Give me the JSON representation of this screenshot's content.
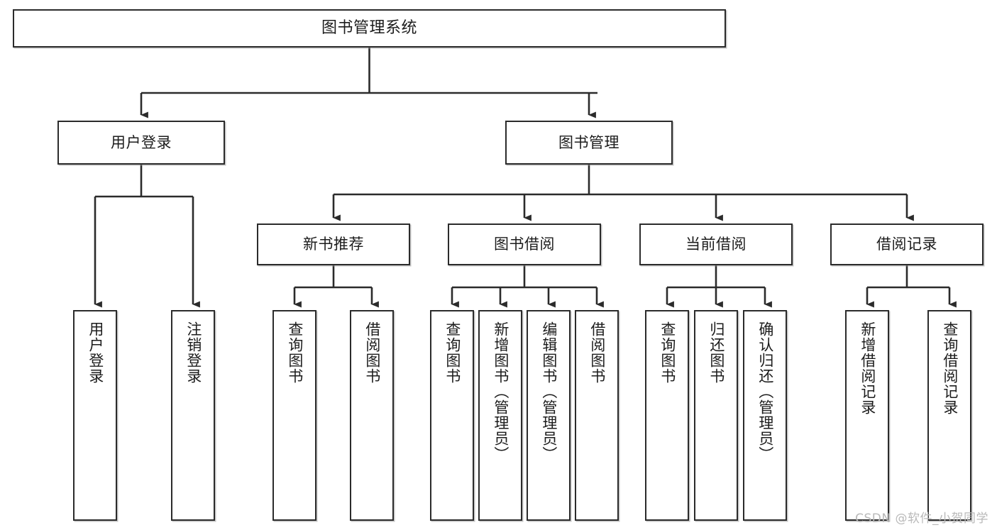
{
  "diagram": {
    "title": "图书管理系统",
    "type": "tree-hierarchy-diagram",
    "watermark": "CSDN @软件_小贺同学",
    "colors": {
      "box_border": "#2b2b2b",
      "box_fill": "#ffffff",
      "connector": "#2b2b2b",
      "text": "#1c1c1c",
      "watermark": "#b9b9b9",
      "background": "#ffffff"
    }
  },
  "nodes": {
    "root": {
      "label": "图书管理系统",
      "level": 1
    },
    "level2": [
      {
        "id": "user-login",
        "label": "用户登录"
      },
      {
        "id": "book-management",
        "label": "图书管理"
      }
    ],
    "level3": [
      {
        "id": "new-book-recommend",
        "label": "新书推荐",
        "parent": "book-management"
      },
      {
        "id": "book-borrow",
        "label": "图书借阅",
        "parent": "book-management"
      },
      {
        "id": "current-borrow",
        "label": "当前借阅",
        "parent": "book-management"
      },
      {
        "id": "borrow-record",
        "label": "借阅记录",
        "parent": "book-management"
      }
    ],
    "leaves": [
      {
        "id": "leaf-user-login",
        "label": "用户登录",
        "parent": "user-login"
      },
      {
        "id": "leaf-logout-login",
        "label": "注销登录",
        "parent": "user-login"
      },
      {
        "id": "leaf-query-book-1",
        "label": "查询图书",
        "parent": "new-book-recommend"
      },
      {
        "id": "leaf-borrow-book-1",
        "label": "借阅图书",
        "parent": "new-book-recommend"
      },
      {
        "id": "leaf-query-book-2",
        "label": "查询图书",
        "parent": "book-borrow"
      },
      {
        "id": "leaf-add-book",
        "label": "新增图书（管理员）",
        "parent": "book-borrow"
      },
      {
        "id": "leaf-edit-book",
        "label": "编辑图书（管理员）",
        "parent": "book-borrow"
      },
      {
        "id": "leaf-borrow-book-2",
        "label": "借阅图书",
        "parent": "book-borrow"
      },
      {
        "id": "leaf-query-book-3",
        "label": "查询图书",
        "parent": "current-borrow"
      },
      {
        "id": "leaf-return-book",
        "label": "归还图书",
        "parent": "current-borrow"
      },
      {
        "id": "leaf-confirm-return",
        "label": "确认归还（管理员）",
        "parent": "current-borrow"
      },
      {
        "id": "leaf-add-record",
        "label": "新增借阅记录",
        "parent": "borrow-record"
      },
      {
        "id": "leaf-query-record",
        "label": "查询借阅记录",
        "parent": "borrow-record"
      }
    ]
  }
}
